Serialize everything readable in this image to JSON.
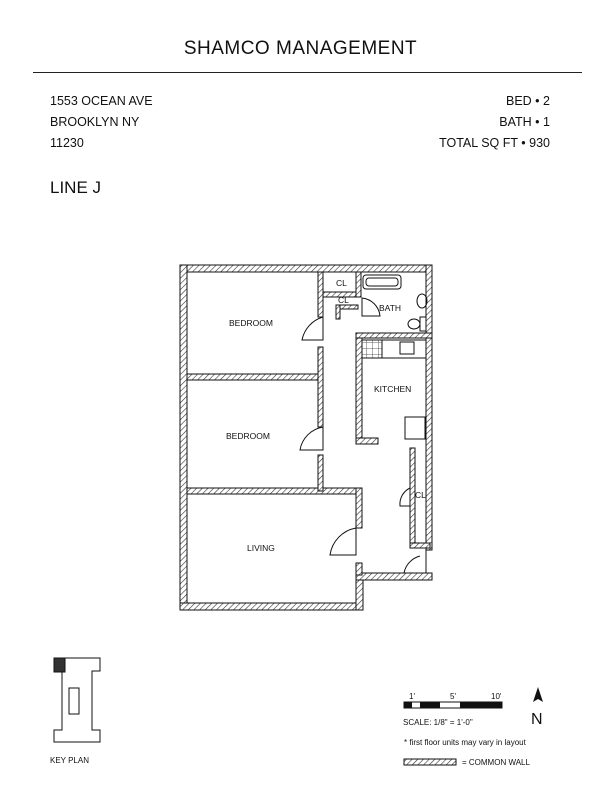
{
  "header": {
    "company": "SHAMCO MANAGEMENT"
  },
  "address": {
    "street": "1553 OCEAN AVE",
    "city": "BROOKLYN NY",
    "zip": "11230"
  },
  "stats": [
    {
      "label": "BED",
      "value": "2"
    },
    {
      "label": "BATH",
      "value": "1"
    },
    {
      "label": "TOTAL SQ FT",
      "value": "930"
    }
  ],
  "separator": "•",
  "unit_line": "LINE J",
  "rooms": {
    "bedroom1": "BEDROOM",
    "bedroom2": "BEDROOM",
    "living": "LIVING",
    "kitchen": "KITCHEN",
    "bath": "BATH",
    "closet_top": "CL",
    "closet_hall": "CL",
    "closet_kitchen": "CL"
  },
  "key_plan_label": "KEY PLAN",
  "scale_bar": {
    "ticks": [
      "1'",
      "5'",
      "10'"
    ],
    "scale_text": "SCALE: 1/8\" = 1'-0\""
  },
  "north_label": "N",
  "note": "* first floor units may vary in layout",
  "legend": {
    "common_wall": "= COMMON WALL"
  }
}
